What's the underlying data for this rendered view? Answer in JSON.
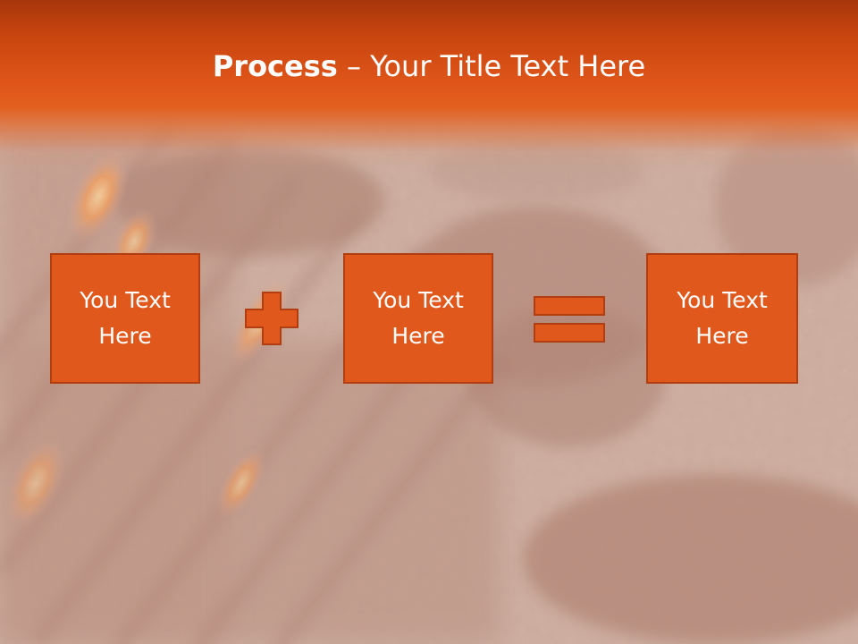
{
  "slide": {
    "title_bold": "Process",
    "title_rest": " – Your Title Text Here"
  },
  "process": {
    "boxes": [
      {
        "label": "You Text Here"
      },
      {
        "label": "You Text Here"
      },
      {
        "label": "You Text Here"
      }
    ],
    "operators": [
      "plus-icon",
      "equals-icon"
    ]
  },
  "colors": {
    "accent": "#e0581c",
    "accent_border": "#b03e10",
    "header_top": "#a8360c",
    "text": "#ffffff"
  }
}
